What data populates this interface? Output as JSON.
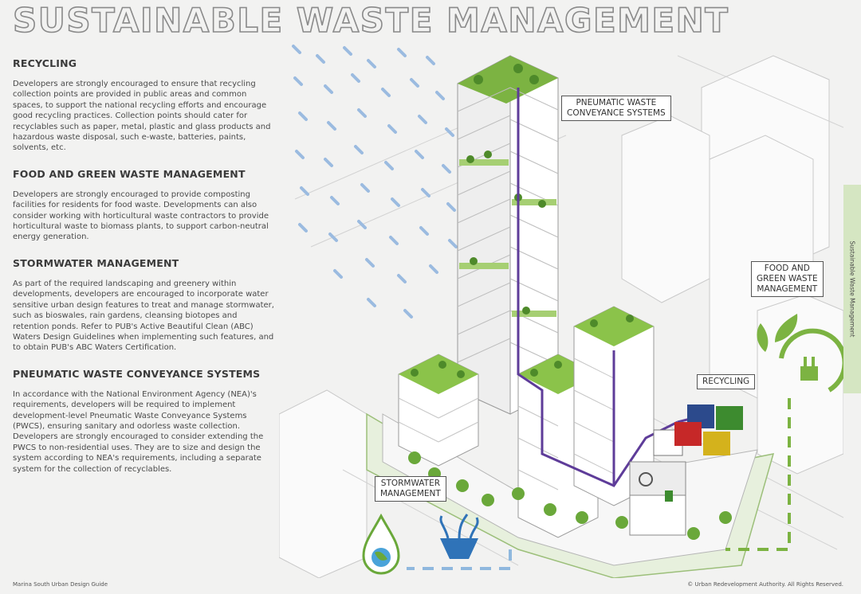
{
  "page_title": "SUSTAINABLE WASTE MANAGEMENT",
  "sections": [
    {
      "heading": "RECYCLING",
      "body": "Developers are strongly encouraged to ensure that recycling collection points are provided in public areas and common spaces, to support the national recycling efforts and encourage good recycling practices.  Collection points should cater for recyclables such as paper, metal, plastic and glass products and hazardous waste disposal, such e-waste, batteries, paints, solvents, etc."
    },
    {
      "heading": "FOOD AND GREEN WASTE MANAGEMENT",
      "body": "Developers are strongly encouraged to provide composting facilities for residents for food waste.  Developments can also consider working with horticultural waste contractors to provide horticultural waste to biomass plants, to support carbon-neutral energy generation."
    },
    {
      "heading": "STORMWATER MANAGEMENT",
      "body": "As part of the required landscaping and greenery within developments, developers are encouraged to incorporate water sensitive urban design features to treat and manage stormwater, such as bioswales, rain gardens, cleansing biotopes and retention ponds. Refer to PUB's Active Beautiful Clean (ABC) Waters Design Guidelines when implementing such features, and to obtain PUB's ABC Waters Certification."
    },
    {
      "heading": "PNEUMATIC WASTE CONVEYANCE SYSTEMS",
      "body": "In accordance with the National Environment Agency (NEA)'s requirements, developers will be required to implement development-level Pneumatic Waste Conveyance Systems (PWCS), ensuring sanitary and odorless waste collection. Developers are strongly encouraged to consider extending the PWCS to non-residential uses. They are to size and design the system according to NEA's requirements, including a separate system for the collection of recyclables."
    }
  ],
  "callouts": {
    "pneumatic": "PNEUMATIC WASTE\nCONVEYANCE SYSTEMS",
    "food_green": "FOOD AND\nGREEN WASTE\nMANAGEMENT",
    "recycling": "RECYCLING",
    "stormwater": "STORMWATER\nMANAGEMENT"
  },
  "side_tab": "Sustainable Waste Management",
  "footer": {
    "left": "Marina South Urban Design Guide",
    "right": "© Urban Redevelopment Authority. All Rights Reserved."
  },
  "colors": {
    "green": "#7cb342",
    "dark_green": "#4e8a2a",
    "pipe_purple": "#5e3c99",
    "rain_blue": "#9bbbe0",
    "bin_blue": "#2c4a8c",
    "bin_green": "#3d8b2f",
    "bin_red": "#c62828",
    "bin_yellow": "#d4b21c"
  },
  "icons": [
    "water-drop-globe-icon",
    "planter-icon",
    "leaf-plug-icon",
    "recycle-icon"
  ]
}
